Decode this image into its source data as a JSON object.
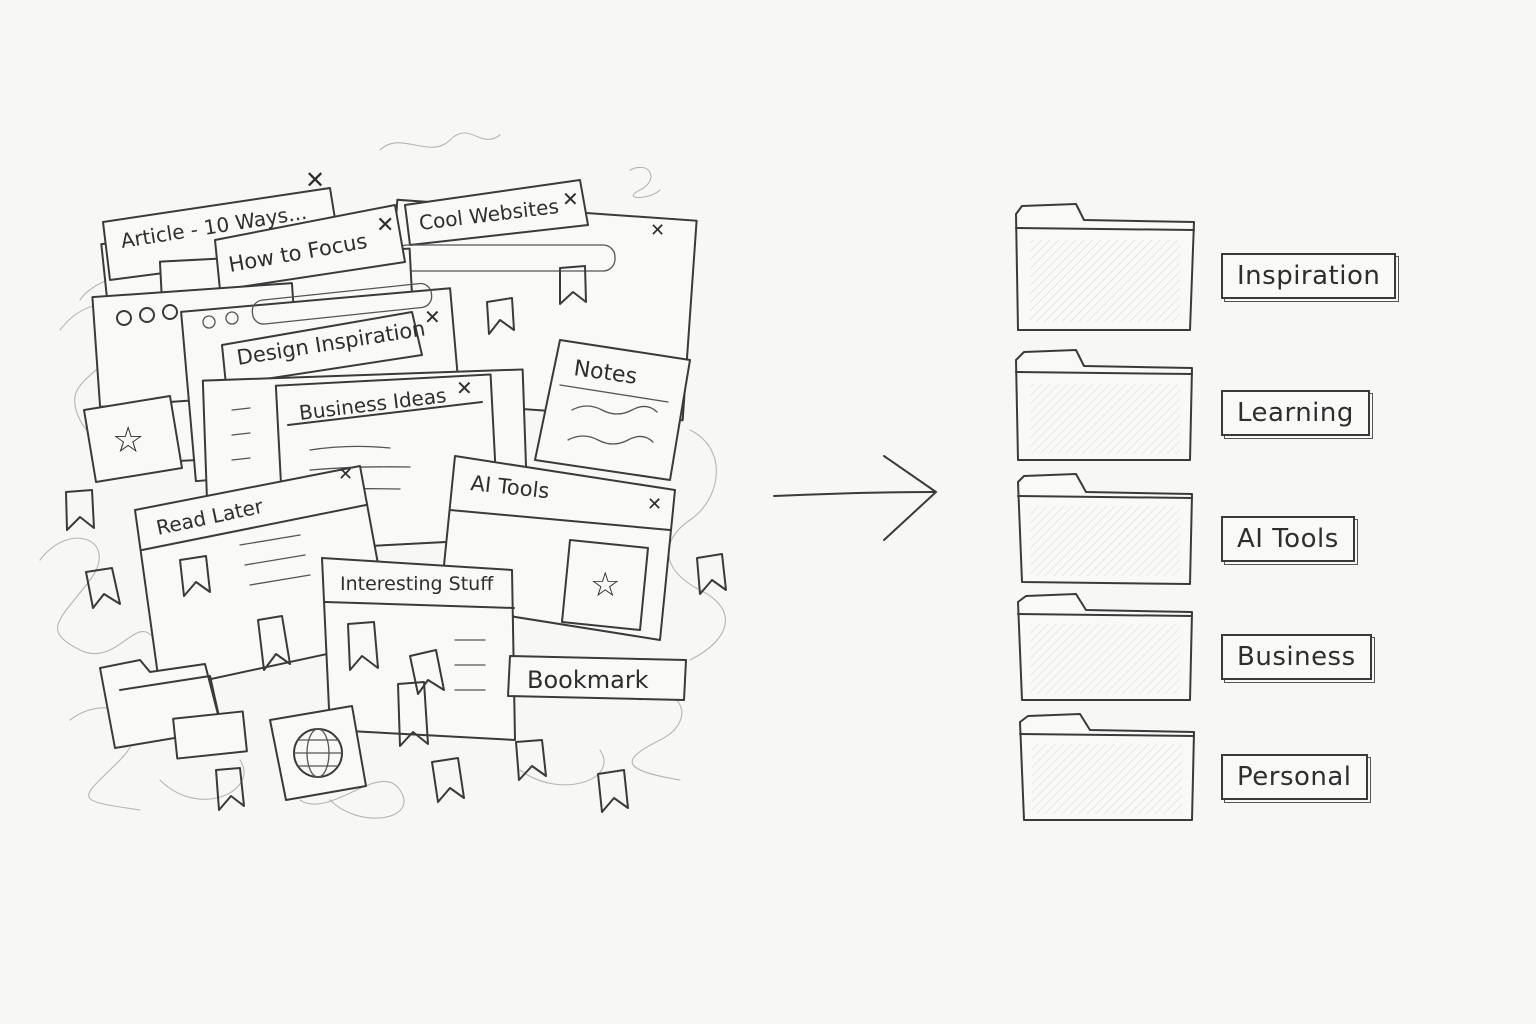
{
  "clutter": {
    "tabs": [
      {
        "label": "Article - 10 Ways..."
      },
      {
        "label": "How to Focus"
      },
      {
        "label": "Cool Websites"
      },
      {
        "label": "Design Inspiration"
      },
      {
        "label": "Business Ideas"
      },
      {
        "label": "Notes"
      },
      {
        "label": "Read Later"
      },
      {
        "label": "AI Tools"
      },
      {
        "label": "Interesting Stuff"
      }
    ],
    "bookmark_button": "Bookmark",
    "icons": [
      "bookmark-icon",
      "star-icon",
      "globe-icon",
      "folder-icon",
      "close-icon"
    ]
  },
  "arrow": {
    "icon": "right-arrow-icon"
  },
  "folders": [
    {
      "label": "Inspiration",
      "icon": "folder-icon"
    },
    {
      "label": "Learning",
      "icon": "folder-icon"
    },
    {
      "label": "AI Tools",
      "icon": "folder-icon"
    },
    {
      "label": "Business",
      "icon": "folder-icon"
    },
    {
      "label": "Personal",
      "icon": "folder-icon"
    }
  ],
  "colors": {
    "paper": "#f7f7f5",
    "pencil": "#3a3a3a",
    "shading": "#9a9a9a"
  }
}
